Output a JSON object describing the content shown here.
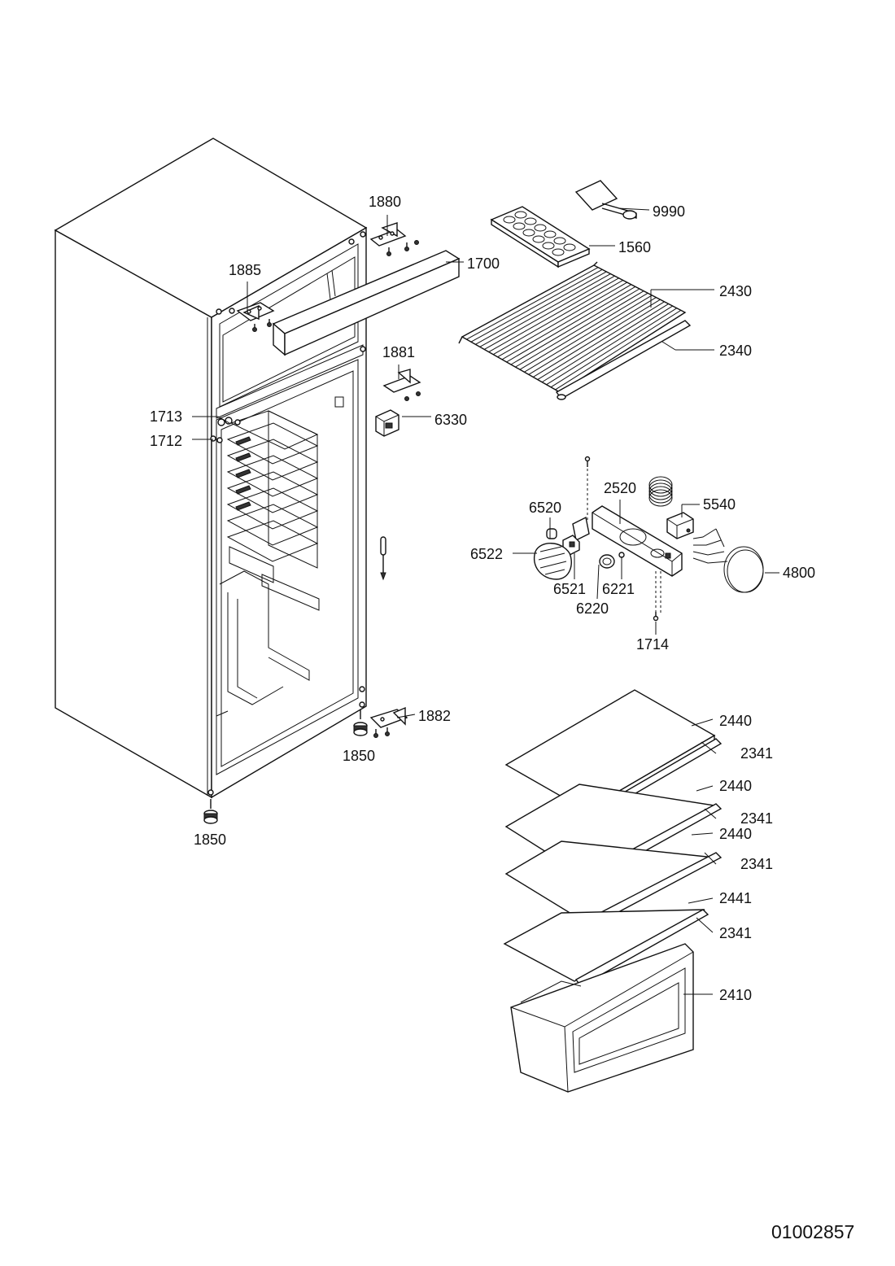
{
  "diagram": {
    "document_number": "01002857",
    "callouts": [
      {
        "id": "9990",
        "text": "9990"
      },
      {
        "id": "1880",
        "text": "1880"
      },
      {
        "id": "1560",
        "text": "1560"
      },
      {
        "id": "1700",
        "text": "1700"
      },
      {
        "id": "1885",
        "text": "1885"
      },
      {
        "id": "2430",
        "text": "2430"
      },
      {
        "id": "2340",
        "text": "2340"
      },
      {
        "id": "1881",
        "text": "1881"
      },
      {
        "id": "1713",
        "text": "1713"
      },
      {
        "id": "6330",
        "text": "6330"
      },
      {
        "id": "1712",
        "text": "1712"
      },
      {
        "id": "2520",
        "text": "2520"
      },
      {
        "id": "5540",
        "text": "5540"
      },
      {
        "id": "6520",
        "text": "6520"
      },
      {
        "id": "6522",
        "text": "6522"
      },
      {
        "id": "4800",
        "text": "4800"
      },
      {
        "id": "6521",
        "text": "6521"
      },
      {
        "id": "6221",
        "text": "6221"
      },
      {
        "id": "6220",
        "text": "6220"
      },
      {
        "id": "1714",
        "text": "1714"
      },
      {
        "id": "1882",
        "text": "1882"
      },
      {
        "id": "2440a",
        "text": "2440"
      },
      {
        "id": "1850a",
        "text": "1850"
      },
      {
        "id": "2341a",
        "text": "2341"
      },
      {
        "id": "2440b",
        "text": "2440"
      },
      {
        "id": "2341b",
        "text": "2341"
      },
      {
        "id": "1850b",
        "text": "1850"
      },
      {
        "id": "2440c",
        "text": "2440"
      },
      {
        "id": "2341c",
        "text": "2341"
      },
      {
        "id": "2441",
        "text": "2441"
      },
      {
        "id": "2341d",
        "text": "2341"
      },
      {
        "id": "2410",
        "text": "2410"
      }
    ]
  }
}
